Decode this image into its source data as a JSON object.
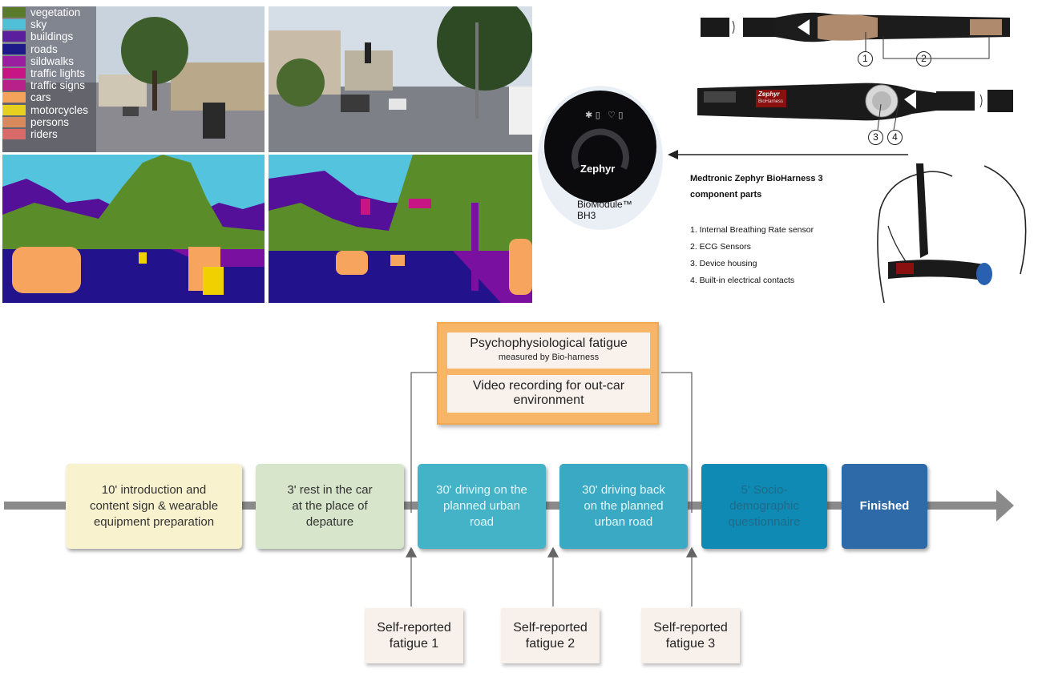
{
  "segmentation": {
    "legend": [
      {
        "label": "vegetation",
        "color": "#5a7a2c"
      },
      {
        "label": "sky",
        "color": "#4fc0d8"
      },
      {
        "label": "buildings",
        "color": "#5b1e9c"
      },
      {
        "label": "roads",
        "color": "#1e1a8a"
      },
      {
        "label": "sildwalks",
        "color": "#9a1ea0"
      },
      {
        "label": "traffic lights",
        "color": "#c71585"
      },
      {
        "label": "traffic signs",
        "color": "#b8208a"
      },
      {
        "label": "cars",
        "color": "#f4a35a"
      },
      {
        "label": "motorcycles",
        "color": "#e8d020"
      },
      {
        "label": "persons",
        "color": "#d88a5c"
      },
      {
        "label": "riders",
        "color": "#d86a6a"
      }
    ],
    "colors": {
      "vegetation": "#5a8c2a",
      "sky": "#54c3de",
      "buildings": "#55109a",
      "roads": "#22128c",
      "sidewalks": "#7a10a0",
      "cars": "#f7a55e",
      "motorcycles": "#f0d000"
    }
  },
  "device": {
    "module_brand": "Zephyr",
    "module_label_1": "BioModule™",
    "module_label_2": "BH3",
    "strap_brand": "Zephyr",
    "strap_sub": "BioHarness",
    "callouts": [
      "1",
      "2",
      "3",
      "4"
    ],
    "title_line1": "Medtronic Zephyr BioHarness 3",
    "title_line2": "component parts",
    "items": [
      "1.  Internal Breathing Rate sensor",
      "2.  ECG Sensors",
      "3.  Device housing",
      "4.  Built-in electrical contacts"
    ]
  },
  "flow": {
    "monitor_title": "Psychophysiological fatigue",
    "monitor_sub": "measured by Bio-harness",
    "video_line1": "Video recording for out-car",
    "video_line2": "environment",
    "steps": [
      {
        "line1": "10' introduction and",
        "line2": "content sign & wearable",
        "line3": "equipment preparation"
      },
      {
        "line1": "3' rest in the car",
        "line2": "at the place of",
        "line3": "depature"
      },
      {
        "line1": "30' driving on the",
        "line2": "planned urban",
        "line3": "road"
      },
      {
        "line1": "30' driving back",
        "line2": "on the planned",
        "line3": "urban road"
      },
      {
        "line1": "5' Socio-",
        "line2": "demographic",
        "line3": "questionnaire"
      },
      {
        "line1": "Finished"
      }
    ],
    "self_reports": [
      {
        "line1": "Self-reported",
        "line2": "fatigue 1"
      },
      {
        "line1": "Self-reported",
        "line2": "fatigue 2"
      },
      {
        "line1": "Self-reported",
        "line2": "fatigue 3"
      }
    ],
    "colors": {
      "axis": "#8a8a8a",
      "step1": "#f8f2cf",
      "step2": "#d7e5cb",
      "step3": "#44b3c7",
      "step4": "#3aa9c3",
      "step5": "#0f8ab5",
      "step6": "#2e6aa8",
      "monitor_border": "#f7b667"
    }
  }
}
